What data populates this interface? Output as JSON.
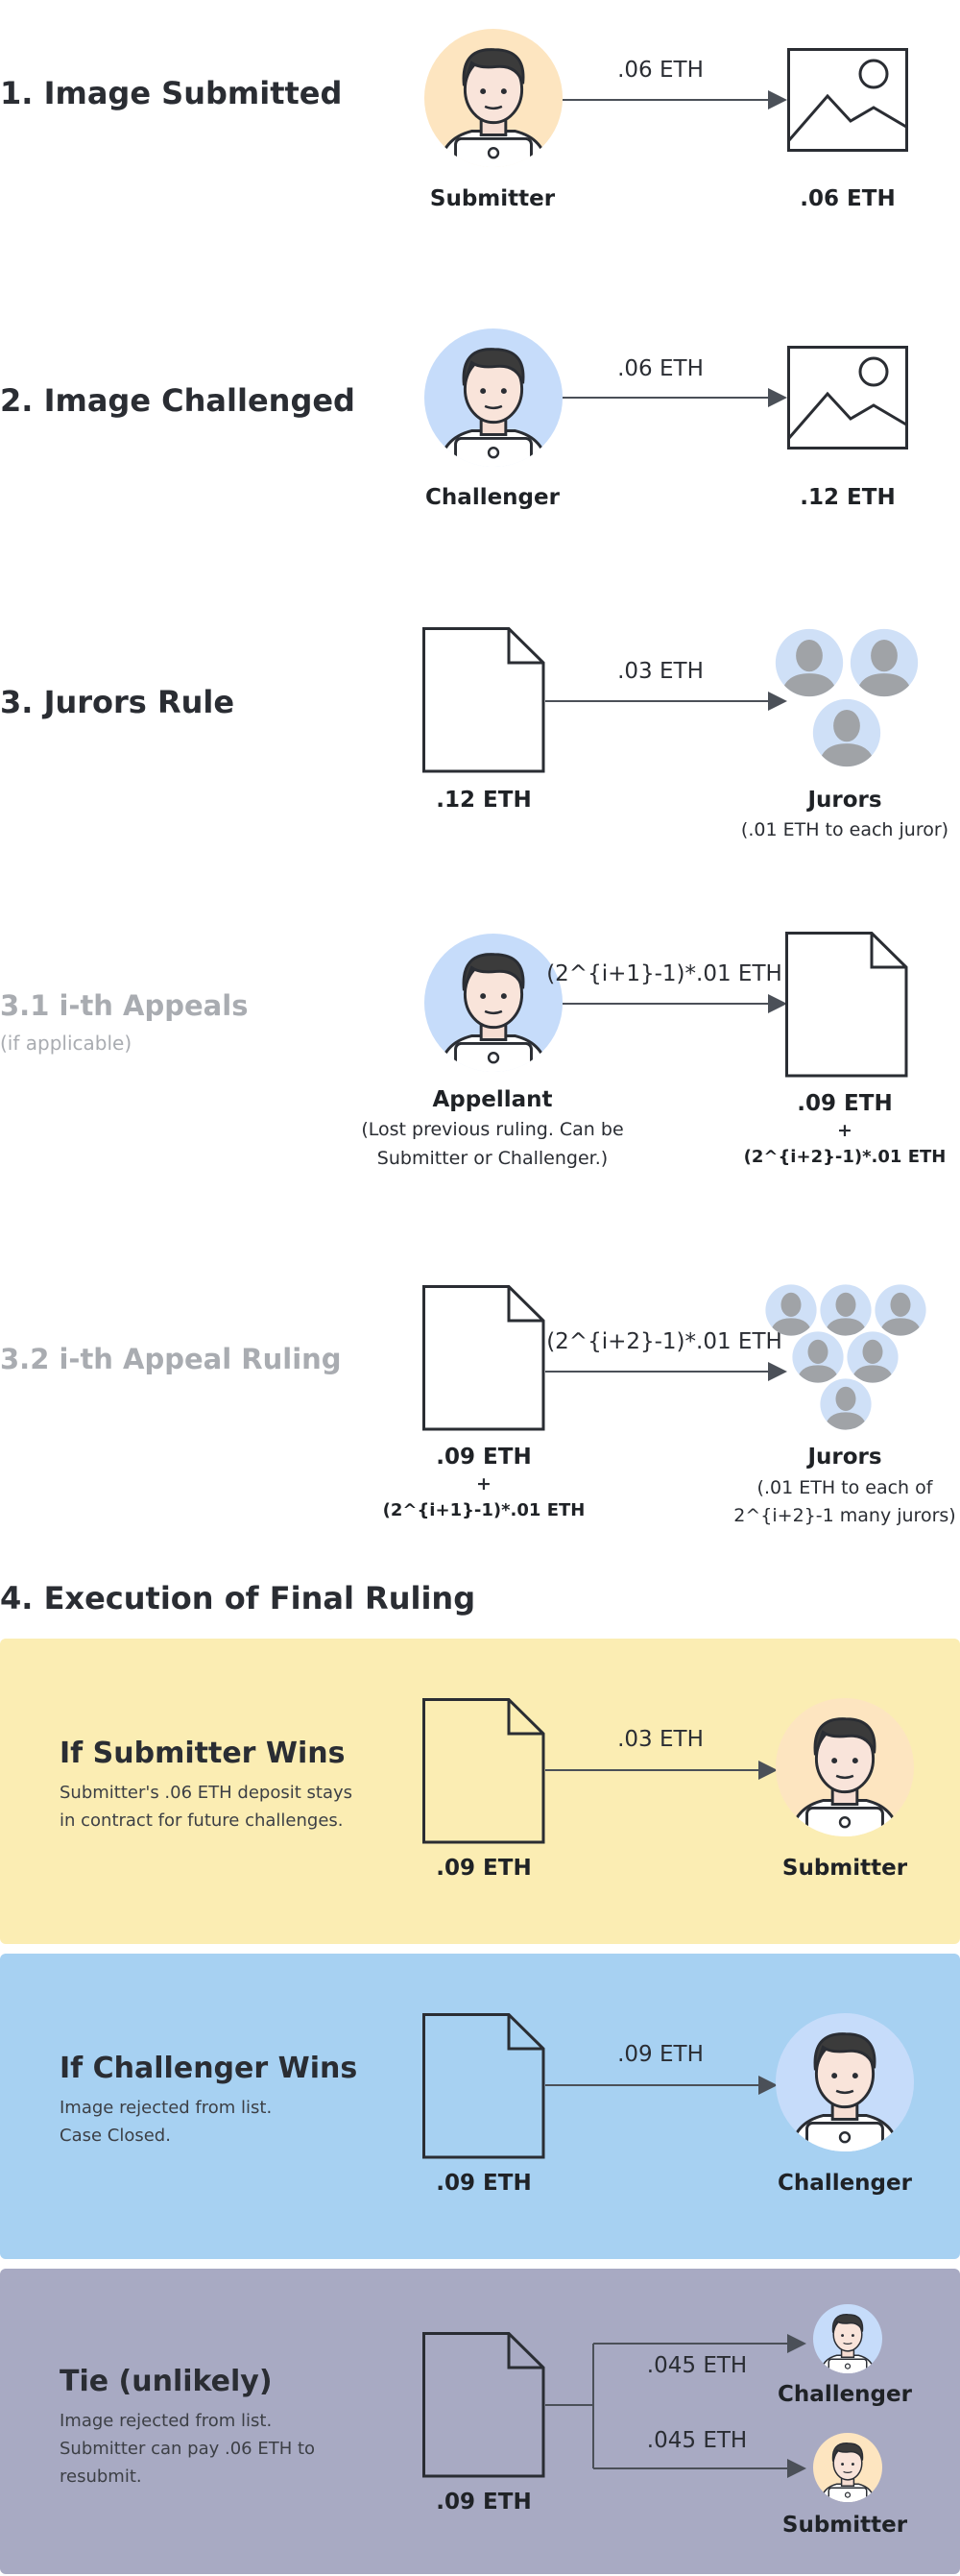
{
  "sections": {
    "s1": {
      "title": "1. Image Submitted",
      "actor": "Submitter",
      "arrow": ".06 ETH",
      "target": ".06 ETH"
    },
    "s2": {
      "title": "2. Image Challenged",
      "actor": "Challenger",
      "arrow": ".06 ETH",
      "target": ".12 ETH"
    },
    "s3": {
      "title": "3. Jurors Rule",
      "doc": ".12 ETH",
      "arrow": ".03 ETH",
      "target": "Jurors",
      "target_note": "(.01 ETH to each juror)"
    },
    "s31": {
      "title": "3.1 i-th Appeals",
      "subtitle": "(if applicable)",
      "actor": "Appellant",
      "actor_note_1": "(Lost previous ruling. Can be",
      "actor_note_2": "Submitter or Challenger.)",
      "arrow": "(2^{i+1}-1)*.01 ETH",
      "target": ".09 ETH",
      "plus": "+",
      "target_formula": "(2^{i+2}-1)*.01 ETH"
    },
    "s32": {
      "title": "3.2 i-th Appeal Ruling",
      "doc": ".09 ETH",
      "plus": "+",
      "doc_formula": "(2^{i+1}-1)*.01 ETH",
      "arrow": "(2^{i+2}-1)*.01 ETH",
      "target": "Jurors",
      "target_note_1": "(.01 ETH to each of",
      "target_note_2": "2^{i+2}-1 many jurors)"
    },
    "s4": {
      "title": "4. Execution of Final Ruling"
    }
  },
  "outcomes": {
    "submitter_wins": {
      "title": "If Submitter Wins",
      "desc_1": "Submitter's .06 ETH deposit stays",
      "desc_2": "in contract for future challenges.",
      "doc": ".09 ETH",
      "arrow": ".03 ETH",
      "target": "Submitter",
      "color": "#fbedb3"
    },
    "challenger_wins": {
      "title": "If Challenger Wins",
      "desc_1": "Image rejected from list.",
      "desc_2": "Case Closed.",
      "doc": ".09 ETH",
      "arrow": ".09 ETH",
      "target": "Challenger",
      "color": "#a7d1f2"
    },
    "tie": {
      "title": "Tie (unlikely)",
      "desc_1": "Image rejected from list.",
      "desc_2": "Submitter can pay .06 ETH to",
      "desc_3": "resubmit.",
      "doc": ".09 ETH",
      "arrow_1": ".045 ETH",
      "target_1": "Challenger",
      "arrow_2": ".045 ETH",
      "target_2": "Submitter",
      "color": "#a8aac3"
    }
  },
  "colors": {
    "submitter_bg": "#fde5c0",
    "challenger_bg": "#c6dcfa",
    "juror_bg": "#cfe0f7",
    "juror_fg": "#a0a3a7",
    "stroke": "#2a2d33",
    "arrow": "#4b5058"
  },
  "icons": [
    "person-icon",
    "image-icon",
    "document-icon",
    "juror-icon",
    "arrow-icon"
  ]
}
